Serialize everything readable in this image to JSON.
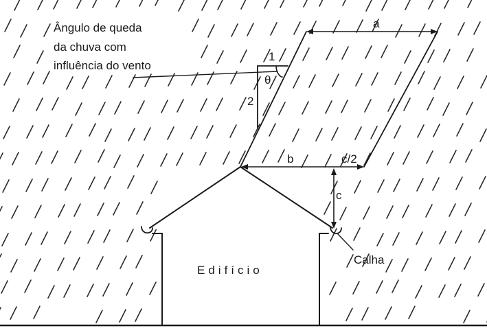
{
  "diagram": {
    "caption": "Ângulo de queda da chuva com influência do vento",
    "caption_lines": [
      "Ângulo de queda",
      "da chuva com",
      "influência do vento"
    ],
    "labels": {
      "a": "a",
      "b": "b",
      "c_half": "c/2",
      "c": "c",
      "one": "1",
      "two": "2",
      "theta": "θ",
      "gutter": "Calha",
      "building": "Edifício"
    }
  }
}
